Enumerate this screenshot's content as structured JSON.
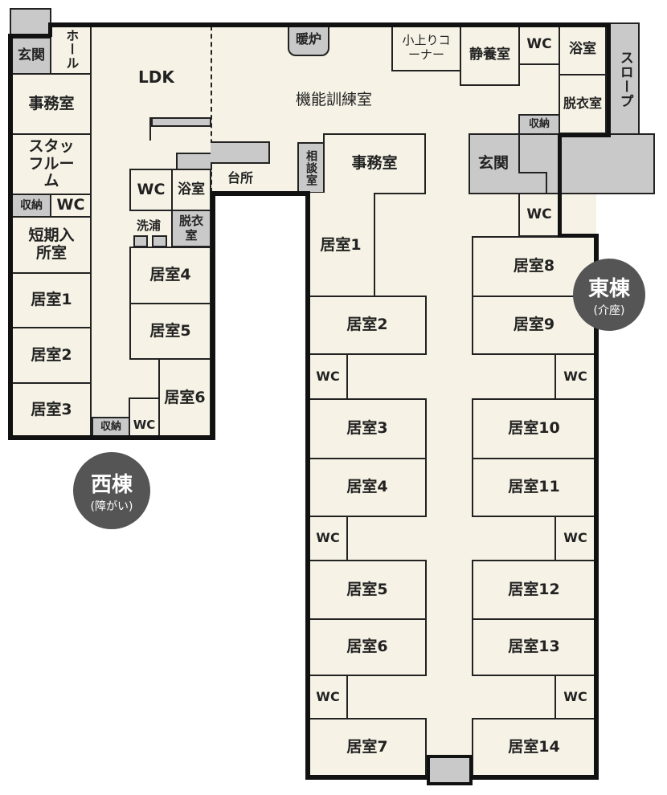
{
  "west": {
    "entrance": "玄関",
    "hall": "ホール",
    "office": "事務室",
    "staff": "スタッフルーム",
    "storage1": "収納",
    "wc1": "WC",
    "short_stay": "短期入所室",
    "room1": "居室1",
    "room2": "居室2",
    "room3": "居室3",
    "storage2": "収納",
    "wc2": "WC",
    "room4": "居室4",
    "room5": "居室5",
    "room6": "居室6",
    "wc3": "WC",
    "bath": "浴室",
    "washroom": "洗浦",
    "dressing": "脱衣室",
    "ldk": "LDK",
    "badge_title": "西棟",
    "badge_sub": "(障がい)"
  },
  "center": {
    "fireplace": "暖炉",
    "training": "機能訓練室",
    "kitchen": "台所",
    "consult": "相談室",
    "office": "事務室"
  },
  "east": {
    "raised": "小上りコーナー",
    "rest": "静養室",
    "wc_top": "WC",
    "bath": "浴室",
    "dressing": "脱衣室",
    "storage": "収納",
    "entrance": "玄関",
    "slope": "スロープ",
    "wc_ent": "WC",
    "rooms": [
      "居室1",
      "居室2",
      "居室3",
      "居室4",
      "居室5",
      "居室6",
      "居室7",
      "居室8",
      "居室9",
      "居室10",
      "居室11",
      "居室12",
      "居室13",
      "居室14"
    ],
    "wc": "WC",
    "badge_title": "東棟",
    "badge_sub": "(介座)"
  }
}
